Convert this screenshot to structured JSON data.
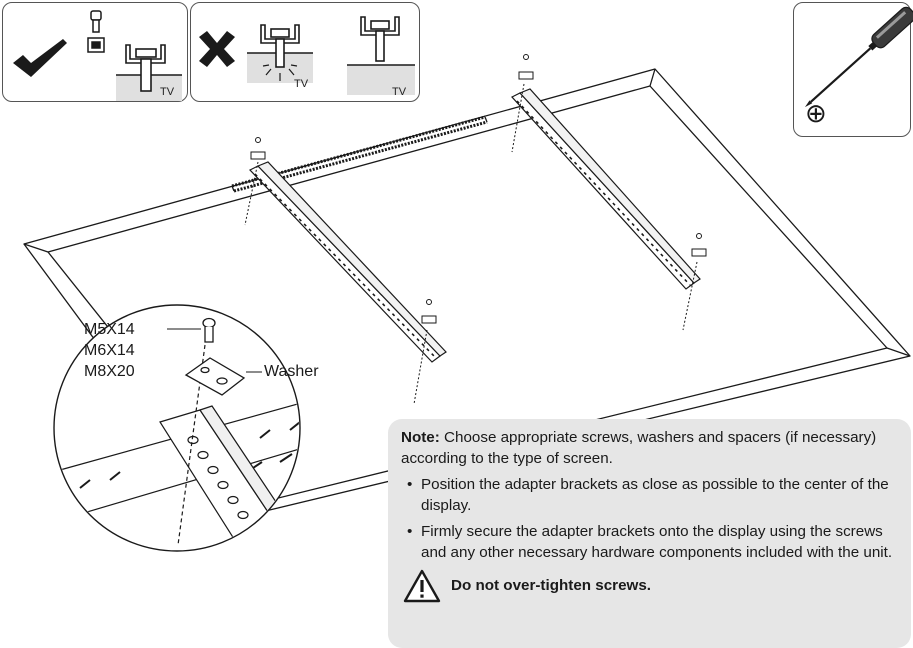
{
  "screw_guide": {
    "correct": {
      "icon": "checkmark-icon",
      "tv_label": "TV"
    },
    "incorrect": {
      "icon": "cross-icon",
      "tv_label_left": "TV",
      "tv_label_right": "TV"
    }
  },
  "tool": {
    "icon": "phillips-screwdriver-icon",
    "head_symbol": "⊕"
  },
  "detail": {
    "screw_sizes": [
      "M5X14",
      "M6X14",
      "M8X20"
    ],
    "washer_label": "Washer"
  },
  "note": {
    "lead": "Note:",
    "text": "Choose appropriate screws, washers and spacers (if necessary) according to the type of screen.",
    "bullets": [
      "Position the adapter brackets as close as possible to the center of the display.",
      "Firmly secure the adapter brackets onto the display using the screws and any other necessary hardware components included with the unit."
    ],
    "warning": "Do not over-tighten screws.",
    "warning_icon": "warning-triangle-icon"
  },
  "colors": {
    "note_background": "#e6e6e6",
    "line_art": "#1a1a1a",
    "wall_fill": "#e0e0e0"
  }
}
